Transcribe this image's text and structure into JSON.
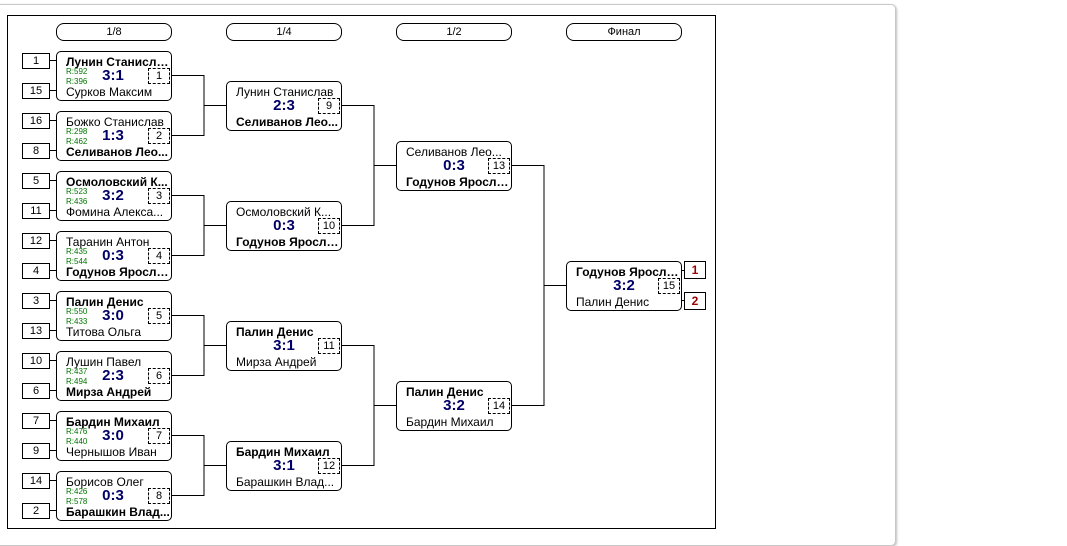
{
  "rounds": [
    "1/8",
    "1/4",
    "1/2",
    "Финал"
  ],
  "r16": [
    {
      "seed_top": "1",
      "seed_bot": "15",
      "top": "Лунин Станислав",
      "bot": "Сурков Максим",
      "rating_top": "R:592",
      "rating_bot": "R:396",
      "score": "3:1",
      "match": "1",
      "winner": "top"
    },
    {
      "seed_top": "16",
      "seed_bot": "8",
      "top": "Божко Станислав",
      "bot": "Селиванов Лео...",
      "rating_top": "R:298",
      "rating_bot": "R:462",
      "score": "1:3",
      "match": "2",
      "winner": "bot"
    },
    {
      "seed_top": "5",
      "seed_bot": "11",
      "top": "Осмоловский К...",
      "bot": "Фомина Алекса...",
      "rating_top": "R:523",
      "rating_bot": "R:436",
      "score": "3:2",
      "match": "3",
      "winner": "top"
    },
    {
      "seed_top": "12",
      "seed_bot": "4",
      "top": "Таранин Антон",
      "bot": "Годунов Ярослав",
      "rating_top": "R:435",
      "rating_bot": "R:544",
      "score": "0:3",
      "match": "4",
      "winner": "bot"
    },
    {
      "seed_top": "3",
      "seed_bot": "13",
      "top": "Палин Денис",
      "bot": "Титова Ольга",
      "rating_top": "R:550",
      "rating_bot": "R:433",
      "score": "3:0",
      "match": "5",
      "winner": "top"
    },
    {
      "seed_top": "10",
      "seed_bot": "6",
      "top": "Лушин Павел",
      "bot": "Мирза Андрей",
      "rating_top": "R:437",
      "rating_bot": "R:494",
      "score": "2:3",
      "match": "6",
      "winner": "bot"
    },
    {
      "seed_top": "7",
      "seed_bot": "9",
      "top": "Бардин Михаил",
      "bot": "Чернышов Иван",
      "rating_top": "R:476",
      "rating_bot": "R:440",
      "score": "3:0",
      "match": "7",
      "winner": "top"
    },
    {
      "seed_top": "14",
      "seed_bot": "2",
      "top": "Борисов Олег",
      "bot": "Барашкин Влад...",
      "rating_top": "R:426",
      "rating_bot": "R:578",
      "score": "0:3",
      "match": "8",
      "winner": "bot"
    }
  ],
  "qf": [
    {
      "top": "Лунин Станислав",
      "bot": "Селиванов Лео...",
      "score": "2:3",
      "match": "9",
      "winner": "bot"
    },
    {
      "top": "Осмоловский К...",
      "bot": "Годунов Ярослав",
      "score": "0:3",
      "match": "10",
      "winner": "bot"
    },
    {
      "top": "Палин Денис",
      "bot": "Мирза Андрей",
      "score": "3:1",
      "match": "11",
      "winner": "top"
    },
    {
      "top": "Бардин Михаил",
      "bot": "Барашкин Влад...",
      "score": "3:1",
      "match": "12",
      "winner": "top"
    }
  ],
  "sf": [
    {
      "top": "Селиванов Лео...",
      "bot": "Годунов Ярослав",
      "score": "0:3",
      "match": "13",
      "winner": "bot"
    },
    {
      "top": "Палин Денис",
      "bot": "Бардин Михаил",
      "score": "3:2",
      "match": "14",
      "winner": "top"
    }
  ],
  "final": {
    "top": "Годунов Ярослав",
    "bot": "Палин Денис",
    "score": "3:2",
    "match": "15",
    "winner": "top"
  },
  "places": {
    "first": "1",
    "second": "2"
  },
  "colors": {
    "score": "#000066",
    "rating": "#007700",
    "place": "#990000"
  }
}
